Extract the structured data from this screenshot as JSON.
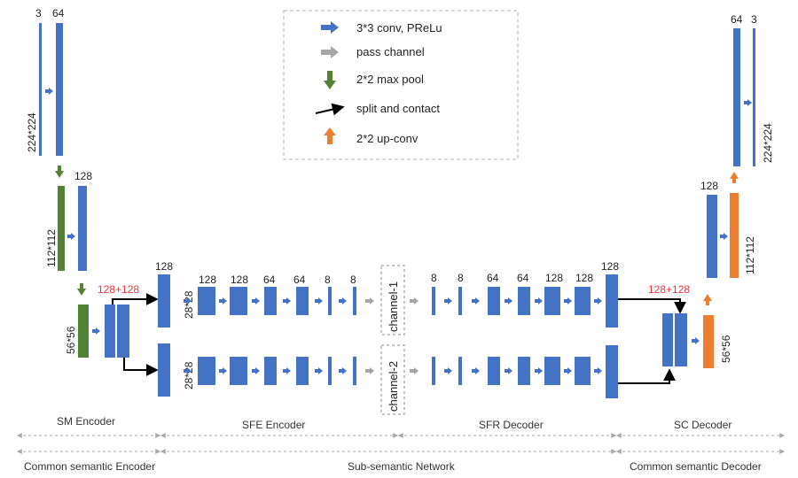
{
  "legend": {
    "conv": "3*3 conv, PReLu",
    "pass": "pass channel",
    "pool": "2*2 max pool",
    "split": "split and contact",
    "upconv": "2*2 up-conv"
  },
  "colors": {
    "blue": "#4472c4",
    "green": "#548235",
    "orange": "#ed7d31",
    "gray": "#a6a6a6",
    "red": "#e8383d",
    "black": "#000000"
  },
  "sm_encoder": {
    "ch_in": "3",
    "ch_64": "64",
    "size_224": "224*224",
    "ch_128": "128",
    "size_112": "112*112",
    "size_56": "56*56",
    "concat": "128+128"
  },
  "sfe": {
    "ch_top": [
      "128",
      "128",
      "128",
      "64",
      "64",
      "8",
      "8"
    ],
    "size_top": "28*28",
    "size_bottom": "28*28"
  },
  "channels": {
    "c1": "channel-1",
    "c2": "channel-2"
  },
  "sfr": {
    "ch_top": [
      "8",
      "8",
      "64",
      "64",
      "128",
      "128",
      "128"
    ]
  },
  "sc_decoder": {
    "ch_64": "64",
    "ch_3": "3",
    "size_224": "224*224",
    "ch_128": "128",
    "size_112": "112*112",
    "concat": "128+128",
    "size_56": "56*56"
  },
  "sections": {
    "sm": "SM Encoder",
    "sfe": "SFE Encoder",
    "sfr": "SFR Decoder",
    "sc": "SC Decoder",
    "common_enc": "Common semantic Encoder",
    "sub": "Sub-semantic Network",
    "common_dec": "Common semantic Decoder"
  }
}
